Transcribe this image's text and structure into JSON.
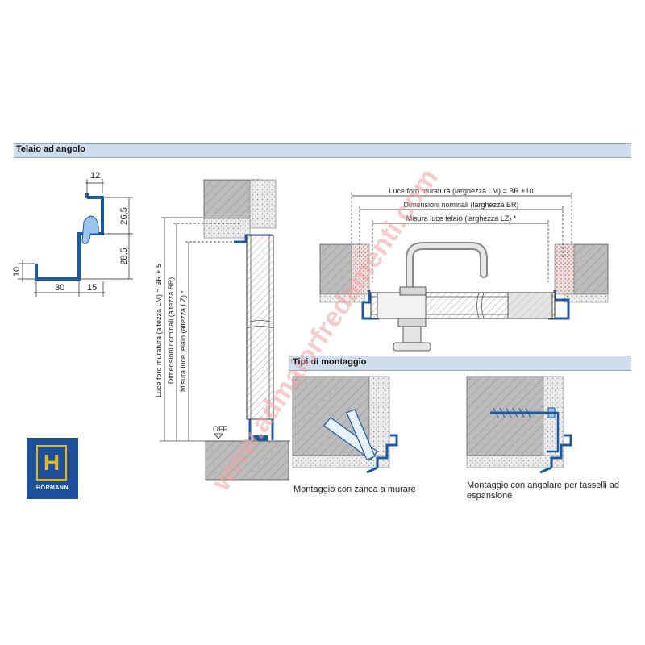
{
  "sections": {
    "telaio": {
      "title": "Telaio ad angolo"
    },
    "tipi": {
      "title": "Tipi di montaggio"
    }
  },
  "profile_dims": {
    "top_width": "12",
    "upper_height": "26,5",
    "lower_height": "28,5",
    "lip_height": "10",
    "base_width": "30",
    "offset_width": "15"
  },
  "vertical_section": {
    "dim_opening": "Luce foro muratura (altezza LM) = BR + 5",
    "dim_nominal": "Dimensioni nominali (altezza BR)",
    "dim_frame": "Misura luce telaio (altezza LZ) *",
    "floor_mark": "OFF"
  },
  "horizontal_section": {
    "dim_opening": "Luce foro muratura (larghezza LM) = BR +10",
    "dim_nominal": "Dimensioni nominali (larghezza BR)",
    "dim_frame": "Misura luce telaio (larghezza LZ) *"
  },
  "mounting": {
    "anchor_caption": "Montaggio con zanca a murare",
    "bracket_caption_1": "Montaggio con angolare per tasselli ad",
    "bracket_caption_2": "espansione"
  },
  "logo": {
    "brand": "HÖRMANN",
    "mark": "H"
  },
  "watermark": {
    "text": "www.admaiorfredamenti.com"
  },
  "colors": {
    "profile_blue": "#1c5aa8",
    "profile_light": "#9cc4e8",
    "header_band": "#cfddec",
    "wall_gray": "#bdbdbd",
    "plaster": "#e6e6e6",
    "watermark_red": "#f0a0a0",
    "logo_blue": "#1e4f9c",
    "logo_gold": "#e8b80c"
  }
}
